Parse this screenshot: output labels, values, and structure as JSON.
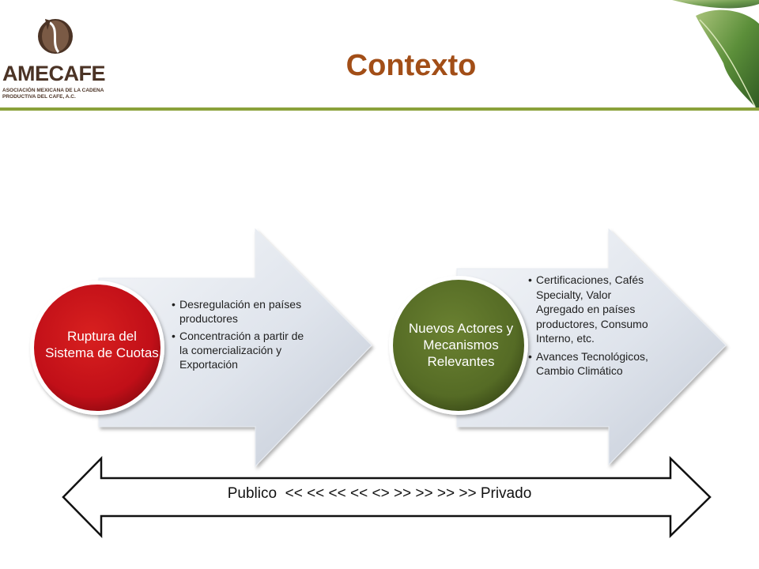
{
  "header": {
    "title": "Contexto",
    "logo": {
      "name": "AMECAFE",
      "subtitle": "ASOCIACIÓN MEXICANA DE LA CADENA PRODUCTIVA DEL CAFE, A.C.",
      "icon": "coffee-bean-logo-icon"
    },
    "accent_line_color": "#8aa13a",
    "title_color": "#a24e17"
  },
  "blocks": [
    {
      "circle_label": "Ruptura del Sistema de Cuotas",
      "circle_color": "#c8101a",
      "bullets": [
        "Desregulación  en países  productores",
        "Concentración a partir de la comercialización y Exportación"
      ]
    },
    {
      "circle_label": "Nuevos Actores  y Mecanismos Relevantes",
      "circle_color": "#556b25",
      "bullets": [
        "Certificaciones, Cafés Specialty, Valor Agregado en países productores, Consumo Interno, etc.",
        "Avances Tecnológicos, Cambio Climático"
      ]
    }
  ],
  "range_arrow": {
    "text": "Publico  << << << << <> >> >> >> >> Privado"
  }
}
